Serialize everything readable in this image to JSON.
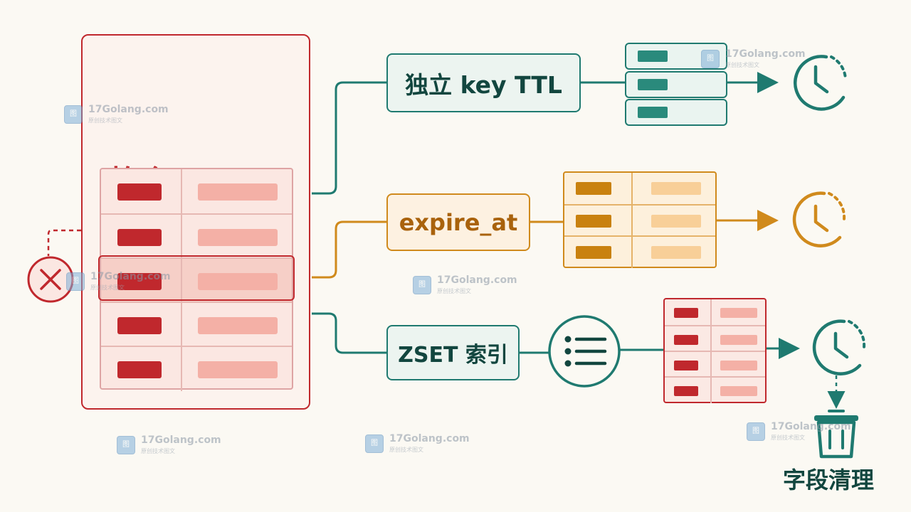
{
  "diagram": {
    "hash_title": "整个 HASH",
    "methods": {
      "key_ttl": "独立 key TTL",
      "expire_at": "expire_at",
      "zset_index": "ZSET 索引"
    },
    "cleanup_label": "字段清理",
    "colors": {
      "red": "#c0282d",
      "teal": "#1f7a70",
      "orange": "#d08a1c",
      "background": "#fbf9f3"
    },
    "icons": [
      "redis-logo-icon",
      "close-icon",
      "clock-icon",
      "list-icon",
      "trash-icon"
    ]
  },
  "watermarks": [
    {
      "name": "17Golang.com",
      "sub": "原创技术图文"
    },
    {
      "name": "17Golang.com",
      "sub": "原创技术图文"
    },
    {
      "name": "17Golang.com",
      "sub": "原创技术图文"
    },
    {
      "name": "17Golang.com",
      "sub": "原创技术图文"
    },
    {
      "name": "17Golang.com",
      "sub": "原创技术图文"
    },
    {
      "name": "17Golang.com",
      "sub": "原创技术图文"
    },
    {
      "name": "17Golang.com",
      "sub": "原创技术图文"
    }
  ]
}
